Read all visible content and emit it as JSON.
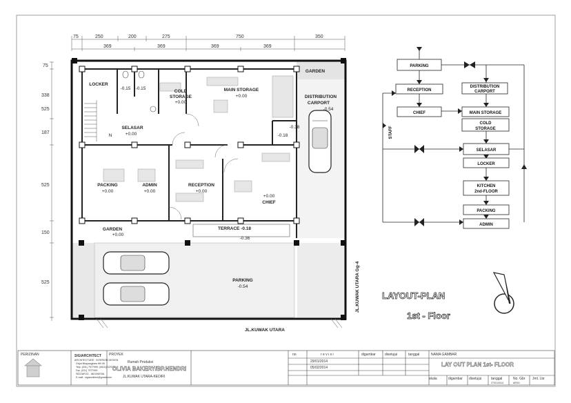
{
  "dimensions": {
    "top_row": [
      "75",
      "250",
      "200",
      "275",
      "750",
      "350"
    ],
    "second_row": [
      "369",
      "369",
      "369",
      "369"
    ],
    "left_col": [
      "75",
      "338",
      "525",
      "187",
      "525",
      "150",
      "525"
    ]
  },
  "rooms": {
    "locker": "LOCKER",
    "wc1_level": "-0.15",
    "wc2_level": "-0.15",
    "cold_storage": [
      "COLD",
      "STORAGE",
      "+0.00"
    ],
    "main_storage": [
      "MAIN STORAGE",
      "+0.00"
    ],
    "garden_top": "GARDEN",
    "distribution": [
      "DISTRIBUTION",
      "CARPORT",
      "-0.54"
    ],
    "selasar": [
      "SELASAR",
      "+0.00"
    ],
    "north": "N",
    "step1": "-0.38",
    "step2": "-0.18",
    "packing": [
      "PACKING",
      "+0.00"
    ],
    "admin": [
      "ADMIN",
      "+0.00"
    ],
    "reception": [
      "RECEPTION",
      "+0.00"
    ],
    "chief": [
      "+0.00",
      "CHIEF"
    ],
    "garden_bottom": [
      "GARDEN",
      "+0.00"
    ],
    "terrace": "TERRACE -0.18",
    "level_036": "-0.36",
    "parking": [
      "PARKING",
      "-0.54"
    ],
    "street_bottom": "JL.KUWAK UTARA",
    "street_side": "JL.KUWAK UTARA Gg-4"
  },
  "flow": {
    "parking": "PARKING",
    "reception": "RECEPTION",
    "distribution": [
      "DISTRIBUTION",
      "CARPORT"
    ],
    "chief": "CHIEF",
    "main_storage": "MAIN STORAGE",
    "cold_storage": [
      "COLD",
      "STORAGE"
    ],
    "staff": "STAFF",
    "selasar": "SELASAR",
    "locker": "LOCKER",
    "kitchen": [
      "KITCHEN",
      "2nd-FLOOR"
    ],
    "packing": "PACKING",
    "admin": "ADMIN"
  },
  "plan_title": {
    "line1": "LAYOUT-PLAN",
    "line2": "1st - Floor"
  },
  "title_block": {
    "perizinan": "PERIZINAN",
    "firm": "SIGIARCHITECT",
    "firm_sub": "ARCHITECTURE · INTERIOR DESIGN",
    "firm_lines": [
      "Griya Bhayangkara Hill I/6",
      "Telp. (031) 7977999, (0811)3129781",
      "Fax. (031) 7977999",
      "SIDOARJO - INDONESIA",
      "E-mail : sigiarchitect@gmail.com"
    ],
    "proyek": "PROYEK",
    "project_type": "Rumah Produksi",
    "project_name": "OLIVIA BAKERY/BP.HENDRI",
    "project_addr": "JL.KUWAK UTARA-KEDIRI",
    "no_label": "no",
    "revisi_label": "r e v i s i",
    "rev_dates": [
      "29/01/2014",
      "05/02/2014"
    ],
    "digambar": "digambar",
    "disetujui": "disetujui",
    "tanggal": "tanggal",
    "nama_gambar": "NAMA GAMBAR",
    "drawing_title": "LAY OUT PLAN 1st- FLOOR",
    "skala": "skala",
    "digambar2": "digambar",
    "disetujui2": "disetujui",
    "tanggal2": "tanggal",
    "tanggal_val": "27/01/2014",
    "no_gbr": "No. Gbr",
    "no_gbr_val": "AR/01",
    "jml_lbr": "Jml. Lbr"
  }
}
